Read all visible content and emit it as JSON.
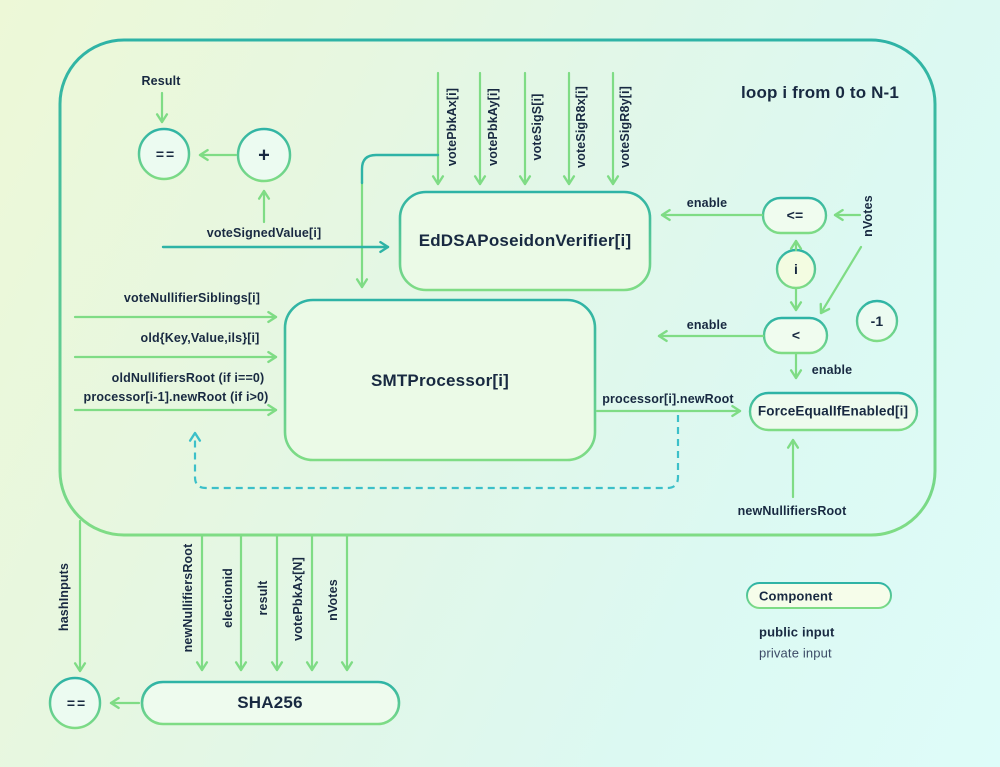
{
  "diagram": {
    "loop_label": "loop i from 0 to N-1",
    "accumulator": {
      "result_label": "Result",
      "equals": "==",
      "plus": "+",
      "vote_signed_value": "voteSignedValue[i]"
    },
    "eddsa": {
      "title": "EdDSAPoseidonVerifier[i]",
      "inputs": [
        "votePbkAx[i]",
        "votePbkAy[i]",
        "voteSigS[i]",
        "voteSigR8x[i]",
        "voteSigR8y[i]"
      ]
    },
    "smt": {
      "title": "SMTProcessor[i]",
      "inputs": [
        "voteNullifierSiblings[i]",
        "old{Key,Value,ils}[i]",
        "oldNullifiersRoot (if i==0)",
        "processor[i-1].newRoot (if i>0)"
      ],
      "output_label": "processor[i].newRoot"
    },
    "comparators": {
      "enable": "enable",
      "lte": "<=",
      "lt": "<",
      "index": "i",
      "minus_one": "-1",
      "nvotes": "nVotes"
    },
    "force_equal": {
      "title": "ForceEqualIfEnabled[i]",
      "input_label": "newNullifiersRoot"
    },
    "sha": {
      "title": "SHA256",
      "inputs": [
        "newNullifiersRoot",
        "electionid",
        "result",
        "votePbkAx[N]",
        "nVotes"
      ],
      "hash_inputs": "hashInputs",
      "equals": "=="
    },
    "legend": {
      "component": "Component",
      "public": "public input",
      "private": "private input"
    },
    "colors": {
      "teal": "#2eb3a6",
      "green": "#7fdc85",
      "dashed_cyan": "#3cc0c9",
      "text": "#182941"
    }
  }
}
